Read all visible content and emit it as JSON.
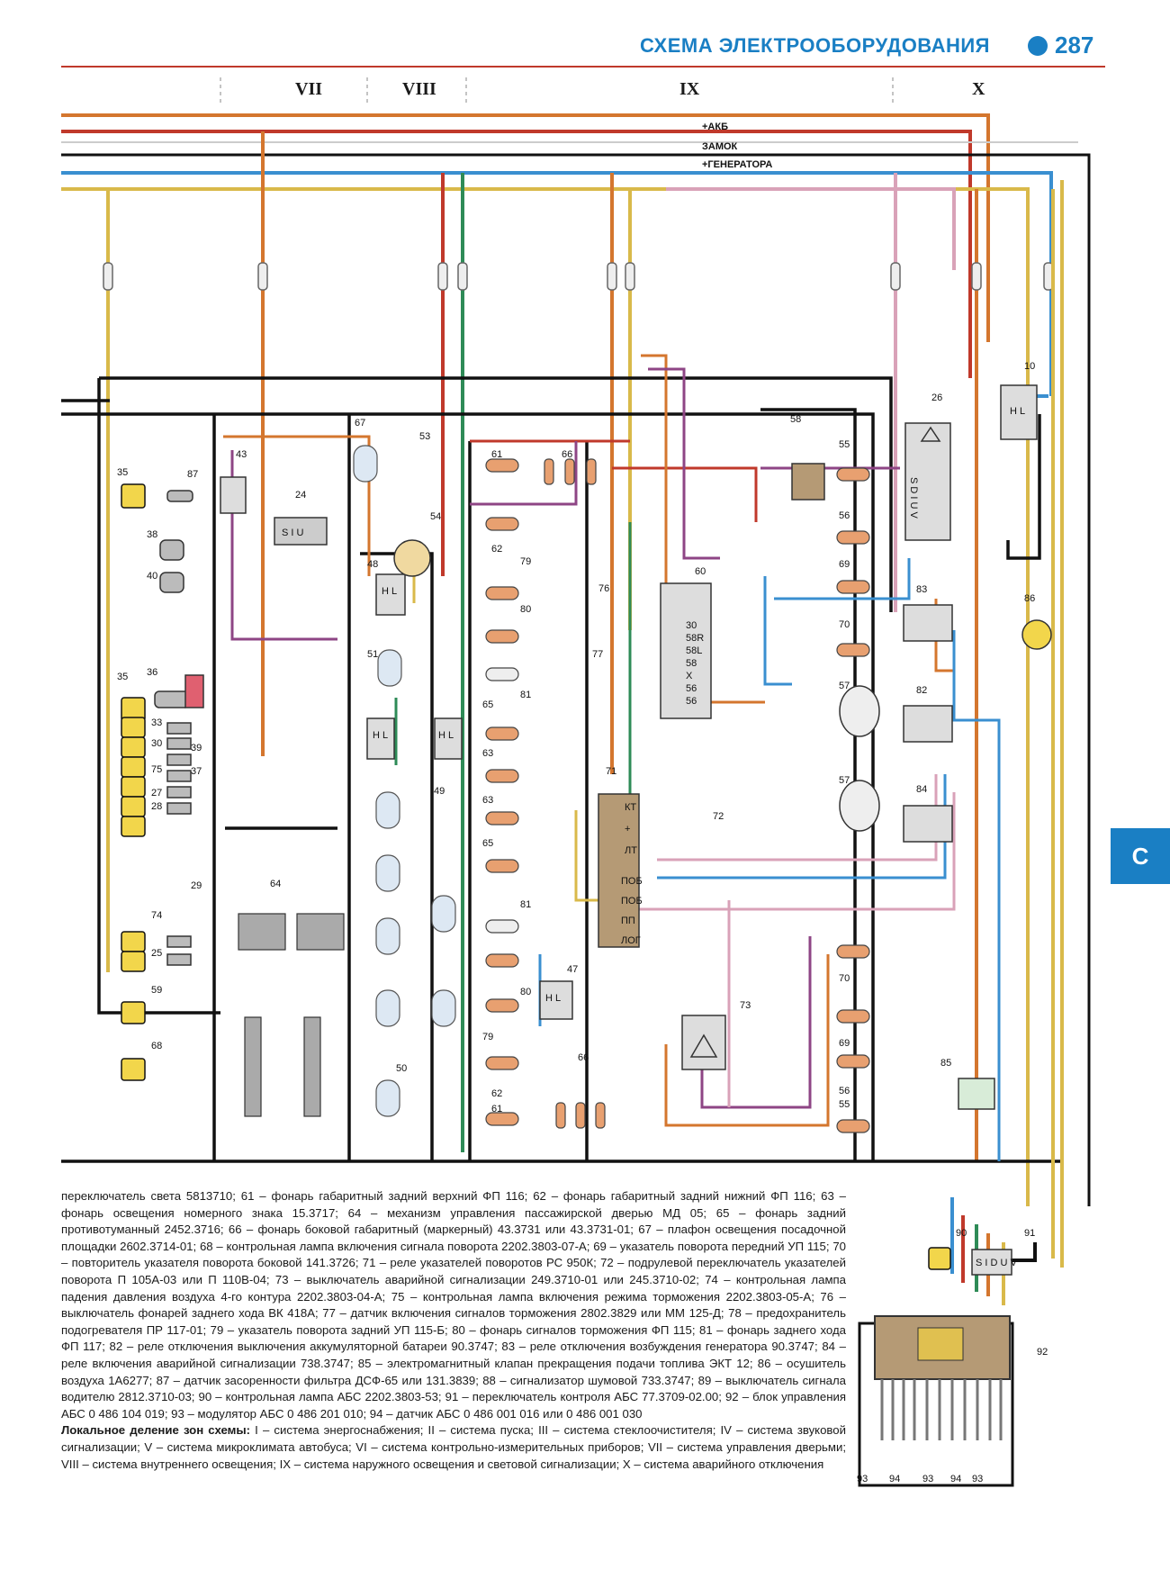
{
  "header": {
    "title": "СХЕМА ЭЛЕКТРООБОРУДОВАНИЯ",
    "page_number": "287",
    "accent_color": "#1a7fc4"
  },
  "zones": [
    "VII",
    "VIII",
    "IX",
    "X"
  ],
  "bus_labels": [
    "+АКБ",
    "ЗАМОК",
    "+ГЕНЕРАТОРА"
  ],
  "side_tab": "С",
  "components": {
    "n10": "10",
    "n24": "24",
    "n25": "25",
    "n26": "26",
    "n27": "27",
    "n28": "28",
    "n29": "29",
    "n30": "30",
    "n33": "33",
    "n35a": "35",
    "n35b": "35",
    "n36": "36",
    "n37": "37",
    "n38": "38",
    "n39": "39",
    "n40": "40",
    "n43": "43",
    "n47": "47",
    "n48": "48",
    "n49": "49",
    "n50": "50",
    "n51": "51",
    "n53": "53",
    "n54": "54",
    "n55a": "55",
    "n55b": "55",
    "n56a": "56",
    "n56b": "56",
    "n57a": "57",
    "n57b": "57",
    "n58": "58",
    "n59": "59",
    "n60": "60",
    "n61a": "61",
    "n61b": "61",
    "n62a": "62",
    "n62b": "62",
    "n63a": "63",
    "n63b": "63",
    "n64": "64",
    "n65a": "65",
    "n65b": "65",
    "n66a": "66",
    "n66b": "66",
    "n67": "67",
    "n68": "68",
    "n69a": "69",
    "n69b": "69",
    "n70a": "70",
    "n70b": "70",
    "n71": "71",
    "n72": "72",
    "n73": "73",
    "n74": "74",
    "n75": "75",
    "n76": "76",
    "n77": "77",
    "n79a": "79",
    "n79b": "79",
    "n80a": "80",
    "n80b": "80",
    "n81a": "81",
    "n81b": "81",
    "n82": "82",
    "n83": "83",
    "n84": "84",
    "n85": "85",
    "n86": "86",
    "n87": "87",
    "n90": "90",
    "n91": "91",
    "n92": "92",
    "n93a": "93",
    "n93b": "93",
    "n93c": "93",
    "n94a": "94",
    "n94b": "94"
  },
  "switch_labels": {
    "sw24": "S I U",
    "sw26": "S D I U V",
    "sw60_pins": [
      "30",
      "58R",
      "58L",
      "58",
      "X",
      "56",
      "56"
    ],
    "relay71_pins": [
      "КТ",
      "+",
      "ЛТ",
      "ПОБ",
      "ПОБ",
      "ПП",
      "ЛОГ"
    ],
    "hl": "H L",
    "sw91": "S I D U V"
  },
  "caption": {
    "text": "переключатель света 5813710; 61 – фонарь габаритный задний верхний ФП 116; 62 – фонарь габаритный задний нижний ФП 116; 63 – фонарь освещения номерного знака 15.3717; 64 – механизм управления пассажирской дверью МД 05; 65 – фонарь задний противотуманный 2452.3716; 66 – фонарь боковой габаритный (маркерный) 43.3731 или 43.3731-01; 67 – плафон освещения посадочной площадки 2602.3714-01; 68 – контрольная лампа включения сигнала поворота 2202.3803-07-А; 69 – указатель поворота передний УП 115; 70 – повторитель указателя поворота боковой 141.3726; 71 – реле указателей поворотов РС 950К; 72 – подрулевой переключатель указателей поворота П 105А-03 или П 110В-04; 73 – выключатель аварийной сигнализации 249.3710-01 или 245.3710-02; 74 – контрольная лампа падения давления воздуха 4-го контура 2202.3803-04-А; 75 – контрольная лампа включения режима торможения 2202.3803-05-А; 76 – выключатель фонарей заднего хода ВК 418А; 77 – датчик включения сигналов торможения 2802.3829 или ММ 125-Д; 78 – предохранитель подогревателя ПР 117-01; 79 – указатель поворота задний УП 115-Б; 80 – фонарь сигналов торможения ФП 115; 81 – фонарь заднего хода ФП 117; 82 – реле отключения выключения аккумуляторной батареи 90.3747; 83 – реле отключения возбуждения генератора 90.3747; 84 – реле включения аварийной сигнализации 738.3747; 85 – электромагнитный клапан прекращения подачи топлива ЭКТ 12; 86 – осушитель воздуха 1А6277; 87 – датчик засоренности фильтра ДСФ-65 или 131.3839; 88 – сигнализатор шумовой 733.3747; 89 – выключатель сигнала водителю 2812.3710-03; 90 – контрольная лампа АБС 2202.3803-53; 91 – переключатель контроля АБС 77.3709-02.00; 92 – блок управления АБС 0 486 104 019; 93 – модулятор АБС 0 486 201 010; 94 – датчик АБС 0 486 001 016 или 0 486 001 030",
    "zones_heading": "Локальное деление зон схемы:",
    "zones_text": "I – система энергоснабжения; II – система пуска; III – система стеклоочистителя; IV – система звуковой сигнализации; V – система микроклимата автобуса; VI – система контрольно-измерительных приборов; VII – система управления дверьми; VIII – система внутреннего освещения; IX – система наружного освещения и световой сигнализации; X – система аварийного отключения"
  },
  "wire_colors": {
    "orange": "#d4762e",
    "red": "#c0392b",
    "blue": "#3a8fd0",
    "yellow": "#d9b94a",
    "green": "#2e8b57",
    "pink": "#d9a2b8",
    "purple": "#8e4585",
    "brown": "#8b6b4a",
    "black": "#111111"
  }
}
